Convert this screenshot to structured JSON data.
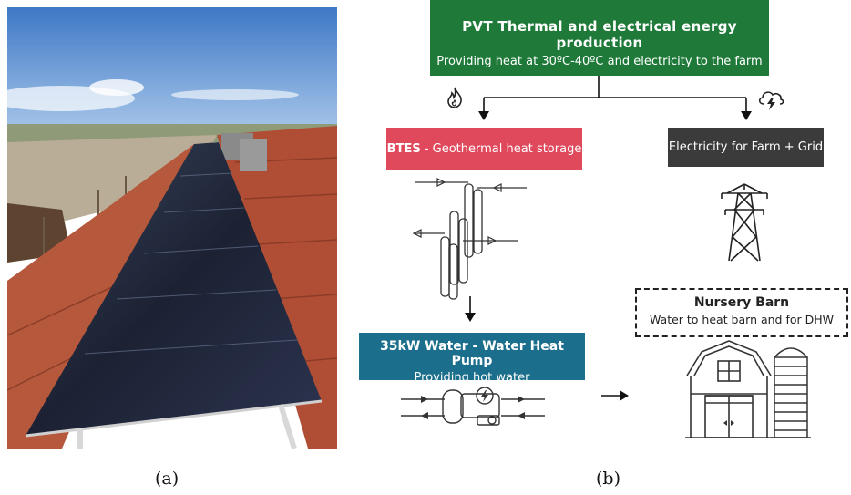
{
  "panels": {
    "a_label": "(a)",
    "b_label": "(b)"
  },
  "pvt": {
    "title": "PVT Thermal and electrical energy production",
    "subtitle": "Providing heat at 30ºC-40ºC and electricity to the farm"
  },
  "btes": {
    "label_bold": "BTES",
    "label_rest": " - Geothermal heat storage"
  },
  "electricity": {
    "label": "Electricity for Farm + Grid"
  },
  "heat_pump": {
    "title": "35kW Water - Water Heat Pump",
    "subtitle": "Providing hot water"
  },
  "barn": {
    "title": "Nursery Barn",
    "subtitle": "Water to heat barn and for DHW"
  },
  "icons": {
    "heat": "flame-icon",
    "power": "cloud-lightning-icon",
    "tower": "transmission-tower-icon",
    "storage": "borehole-storage-icon",
    "pump": "heat-pump-icon",
    "barn": "barn-icon",
    "silo": "silo-icon"
  },
  "colors": {
    "pvt": "#1f7a3a",
    "btes": "#e0485c",
    "electricity": "#3b3b3b",
    "heat_pump": "#1c6f8c"
  }
}
